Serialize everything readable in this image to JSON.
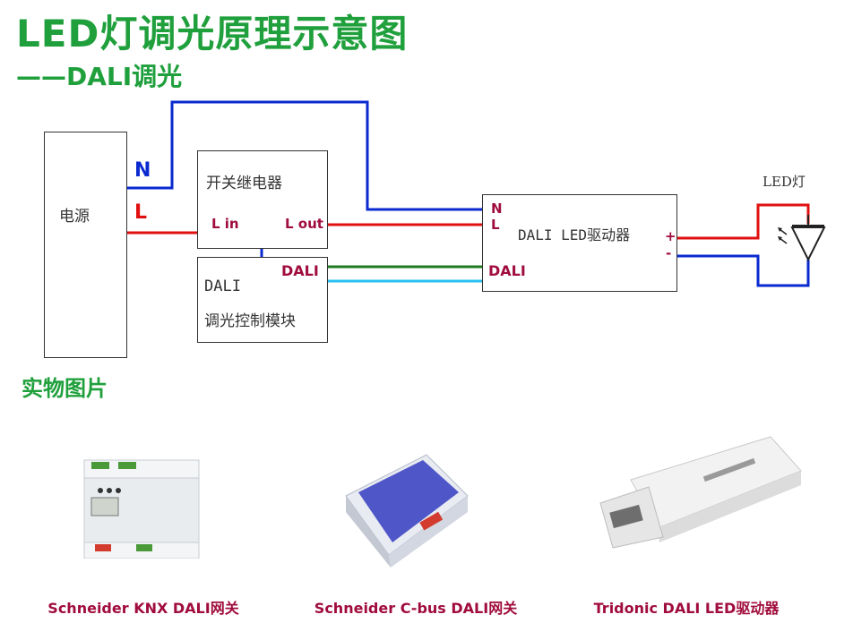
{
  "title": "LED灯调光原理示意图",
  "subtitle": "——DALI调光",
  "diagram": {
    "power_supply": "电源",
    "wire_N": "N",
    "wire_L": "L",
    "relay_title": "开关继电器",
    "relay_lin": "L in",
    "relay_lout": "L out",
    "dali_module_line1": "DALI",
    "dali_module_line2": "调光控制模块",
    "dali_module_port": "DALI",
    "driver_title": "DALI LED驱动器",
    "driver_N": "N",
    "driver_L": "L",
    "driver_dali": "DALI",
    "driver_plus": "+",
    "driver_minus": "-",
    "led_label": "LED灯",
    "colors": {
      "neutral": "#0a2ad0",
      "live": "#e01010",
      "dali1": "#1e7a1e",
      "dali2": "#28c0f0",
      "accent": "#20a03c"
    }
  },
  "section_label": "实物图片",
  "products": [
    {
      "caption": "Schneider KNX DALI网关"
    },
    {
      "caption": "Schneider C-bus DALI网关"
    },
    {
      "caption": "Tridonic DALI LED驱动器"
    }
  ]
}
